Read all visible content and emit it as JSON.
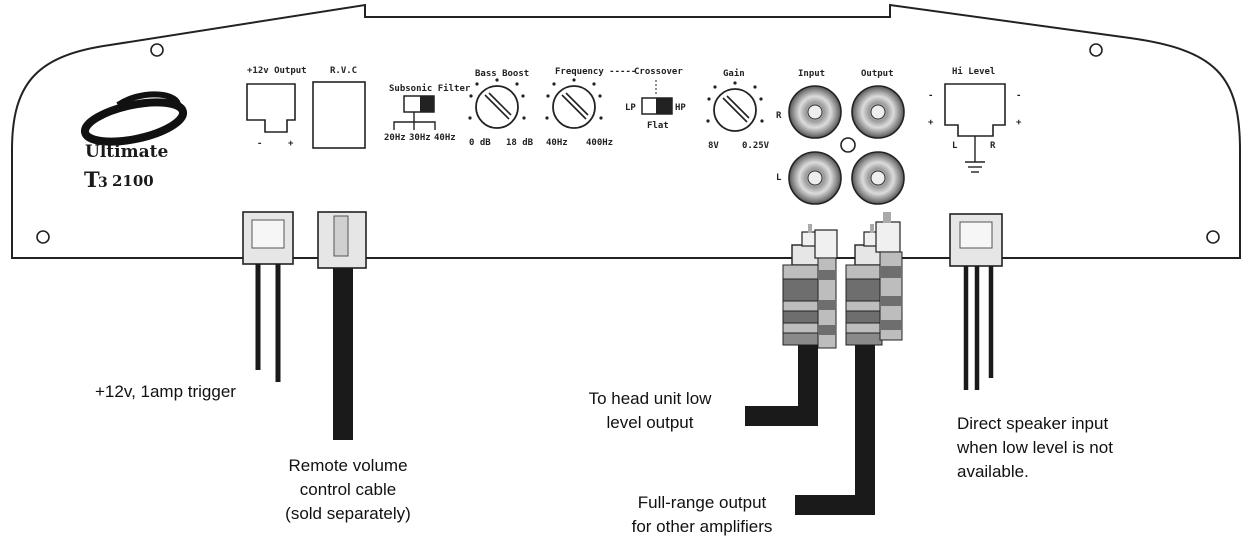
{
  "panel": {
    "brand_name": "Ultimate",
    "model_prefix": "T",
    "model_sub": "3",
    "model_number": "2100",
    "output_12v": {
      "label": "+12v Output",
      "minus": "-",
      "plus": "+"
    },
    "rvc": {
      "label": "R.V.C"
    },
    "subsonic": {
      "label": "Subsonic Filter",
      "options": [
        "20Hz",
        "30Hz",
        "40Hz"
      ]
    },
    "bass_boost": {
      "label": "Bass Boost",
      "min": "0 dB",
      "max": "18 dB"
    },
    "frequency": {
      "label": "Frequency -----",
      "min": "40Hz",
      "max": "400Hz"
    },
    "crossover": {
      "label": "Crossover",
      "lp": "LP",
      "hp": "HP",
      "flat": "Flat"
    },
    "gain": {
      "label": "Gain",
      "min": "8V",
      "max": "0.25V"
    },
    "input": {
      "label": "Input",
      "r": "R",
      "l": "L"
    },
    "output": {
      "label": "Output"
    },
    "hi_level": {
      "label": "Hi Level",
      "l": "L",
      "r": "R",
      "minus": "-",
      "plus": "+"
    }
  },
  "callouts": {
    "trigger": "+12v, 1amp trigger",
    "remote": [
      "Remote volume",
      "control cable",
      "(sold separately)"
    ],
    "head_unit": [
      "To head unit low",
      "level output"
    ],
    "full_range": [
      "Full-range output",
      "for other amplifiers"
    ],
    "direct_speaker": [
      "Direct speaker input",
      "when low level is not",
      "available."
    ]
  },
  "colors": {
    "line": "#222222",
    "cable": "#1a1a1a",
    "connector": "#e6e6e6",
    "rca_dark": "#6e6e6e",
    "rca_light": "#bdbdbd"
  }
}
